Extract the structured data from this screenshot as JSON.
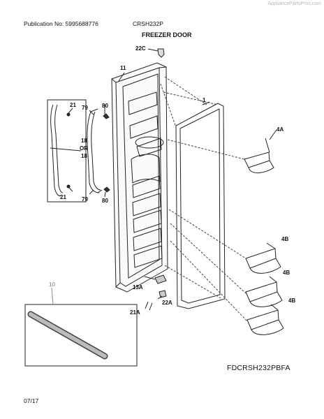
{
  "watermark": "AppliancePartsPros.com",
  "header": {
    "publication": "Publication No: 5995688776",
    "model": "CRSH232P",
    "title": "FREEZER DOOR"
  },
  "callouts": {
    "p22c": "22C",
    "p11": "11",
    "p1": "1",
    "p21_top": "21",
    "p79_top": "79",
    "p80_top": "80",
    "p18_a": "18",
    "p_or": "OR",
    "p18_b": "18",
    "p21_bot": "21",
    "p79_bot": "79",
    "p80_bot": "80",
    "p4a": "4A",
    "p4b_1": "4B",
    "p4b_2": "4B",
    "p4b_3": "4B",
    "p10": "10",
    "p13a": "13A",
    "p22a": "22A",
    "p21a": "21A"
  },
  "footer": {
    "diagram_code": "FDCRSH232PBFA",
    "date": "07/17"
  }
}
